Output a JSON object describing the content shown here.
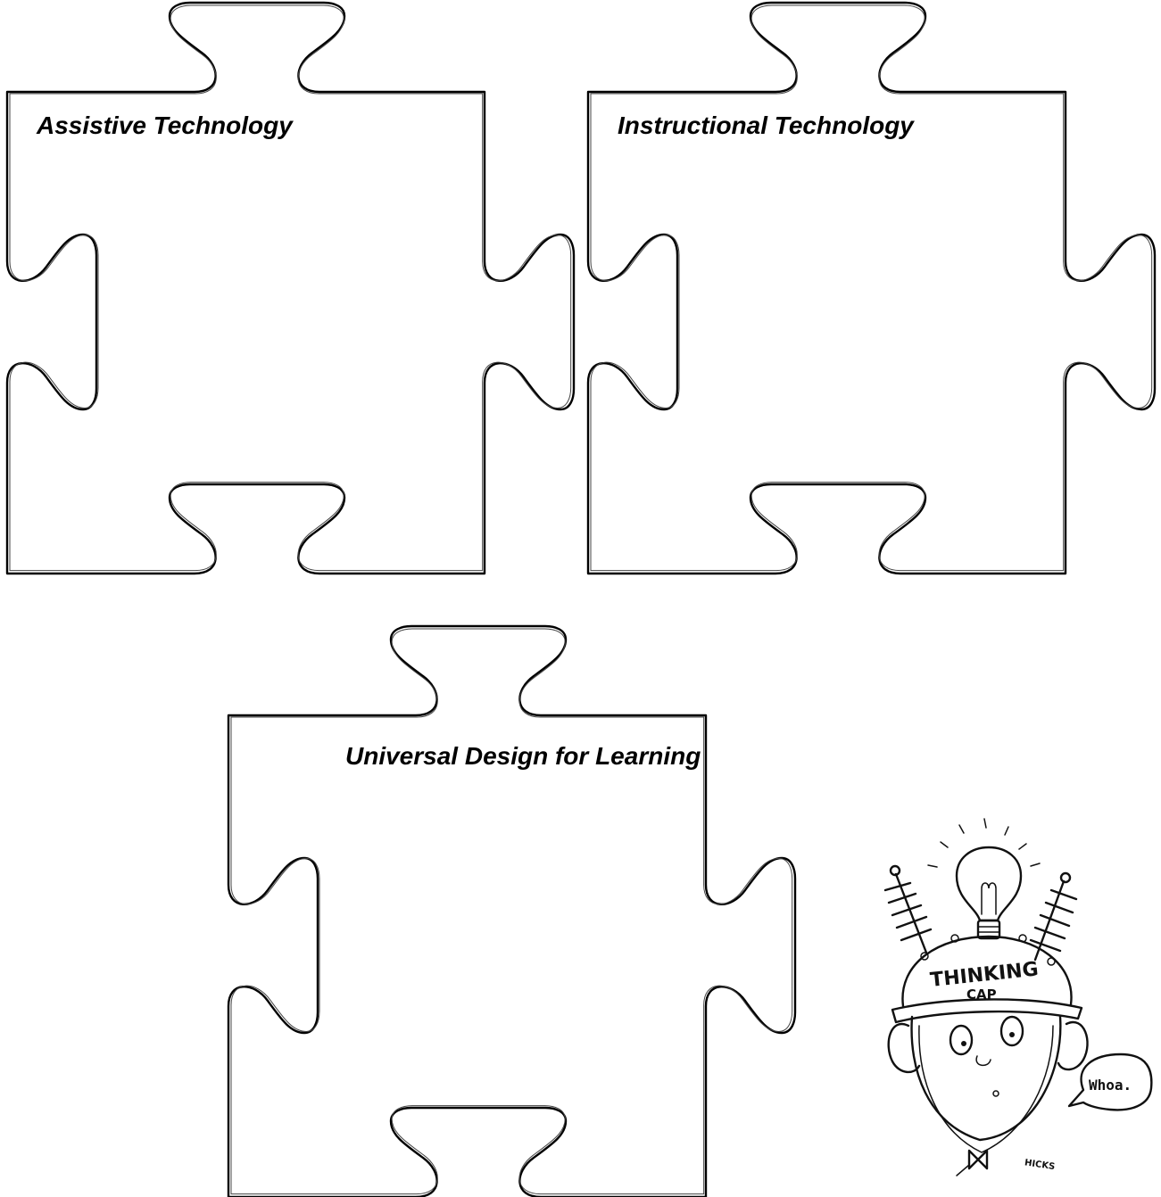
{
  "pieces": [
    {
      "title": "Assistive Technology"
    },
    {
      "title": "Instructional Technology"
    },
    {
      "title": "Universal Design for Learning"
    }
  ],
  "cartoon": {
    "cap_line1": "THINKING",
    "cap_line2": "CAP",
    "speech": "Whoa.",
    "signature": "HICKS"
  }
}
